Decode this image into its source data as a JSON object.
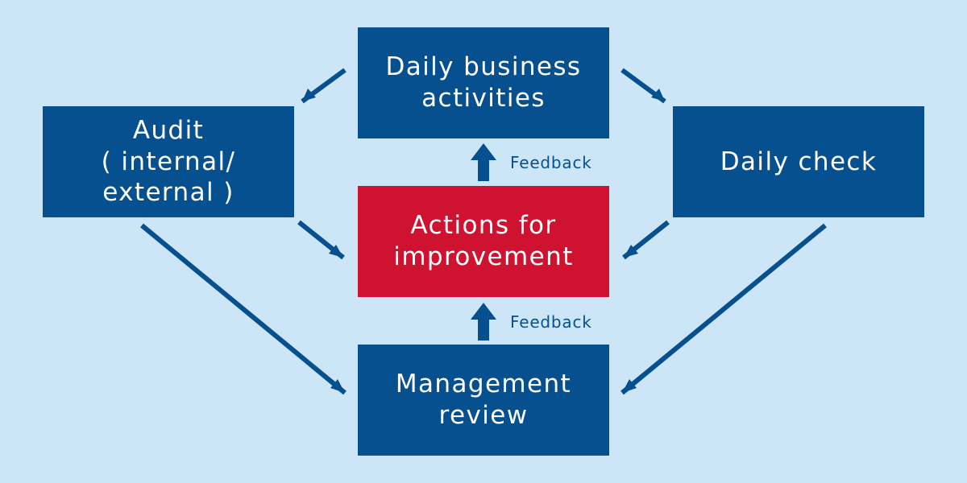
{
  "colors": {
    "background": "#cde6f7",
    "box_blue": "#06508f",
    "box_red": "#cf1230",
    "arrow": "#06508f",
    "text_on_box": "#ffffff"
  },
  "diagram": {
    "nodes": {
      "daily_business": "Daily business\nactivities",
      "audit": "Audit\n( internal/\nexternal )",
      "daily_check": "Daily check",
      "actions": "Actions for\nimprovement",
      "management": "Management\nreview"
    },
    "feedback_labels": {
      "top": "Feedback",
      "bottom": "Feedback"
    },
    "flows": [
      {
        "from": "Daily business activities",
        "to": "Audit ( internal/ external )"
      },
      {
        "from": "Daily business activities",
        "to": "Daily check"
      },
      {
        "from": "Audit ( internal/ external )",
        "to": "Actions for improvement"
      },
      {
        "from": "Daily check",
        "to": "Actions for improvement"
      },
      {
        "from": "Audit ( internal/ external )",
        "to": "Management review"
      },
      {
        "from": "Daily check",
        "to": "Management review"
      },
      {
        "from": "Actions for improvement",
        "to": "Daily business activities",
        "label": "Feedback"
      },
      {
        "from": "Management review",
        "to": "Actions for improvement",
        "label": "Feedback"
      }
    ]
  }
}
